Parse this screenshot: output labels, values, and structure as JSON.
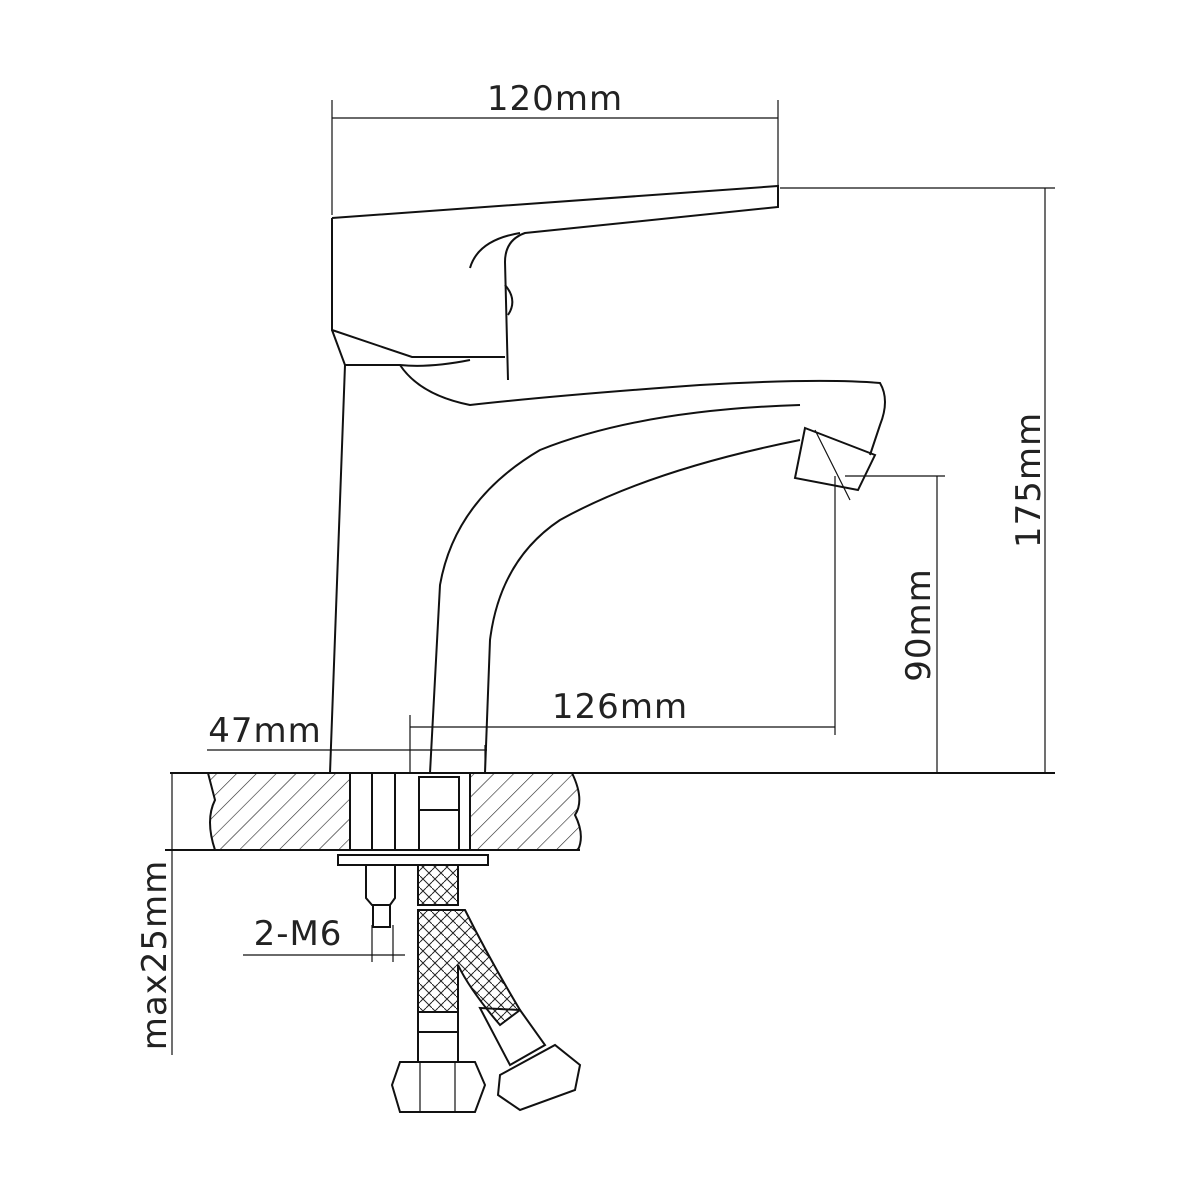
{
  "dimensions": {
    "width_total": "120mm",
    "height_total": "175mm",
    "spout_height": "90mm",
    "spout_reach": "126mm",
    "base_diameter": "47mm",
    "mounting_stud": "2-M6",
    "max_counter_thickness": "max25mm"
  },
  "colors": {
    "line": "#111111",
    "background": "#ffffff"
  }
}
